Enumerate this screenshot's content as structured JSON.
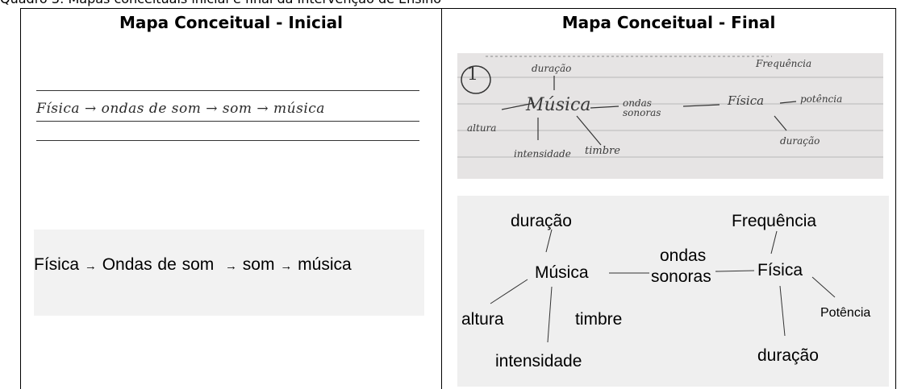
{
  "caption_text": "Quadro 3: Mapas conceituais inicial e final da Intervenção de Ensino",
  "columns": {
    "left_title": "Mapa Conceitual - Inicial",
    "right_title": "Mapa Conceitual - Final"
  },
  "initial": {
    "handwritten": "Física → ondas de som → som → música",
    "typed_nodes": [
      "Física",
      "Ondas de som",
      "som",
      "música"
    ],
    "arrow": "→"
  },
  "final_handwritten": {
    "number": "1",
    "words": [
      "duração",
      "Música",
      "ondas sonoras",
      "Física",
      "potência",
      "altura",
      "intensidade",
      "timbre",
      "Frequência",
      "duração"
    ]
  },
  "final_typed": {
    "nodes": {
      "musica": "Música",
      "ondas_l1": "ondas",
      "ondas_l2": "sonoras",
      "fisica": "Física",
      "duracao_top": "duração",
      "frequencia": "Frequência",
      "altura": "altura",
      "timbre": "timbre",
      "intensidade": "intensidade",
      "potencia": "Potência",
      "duracao_bottom": "duração"
    }
  }
}
